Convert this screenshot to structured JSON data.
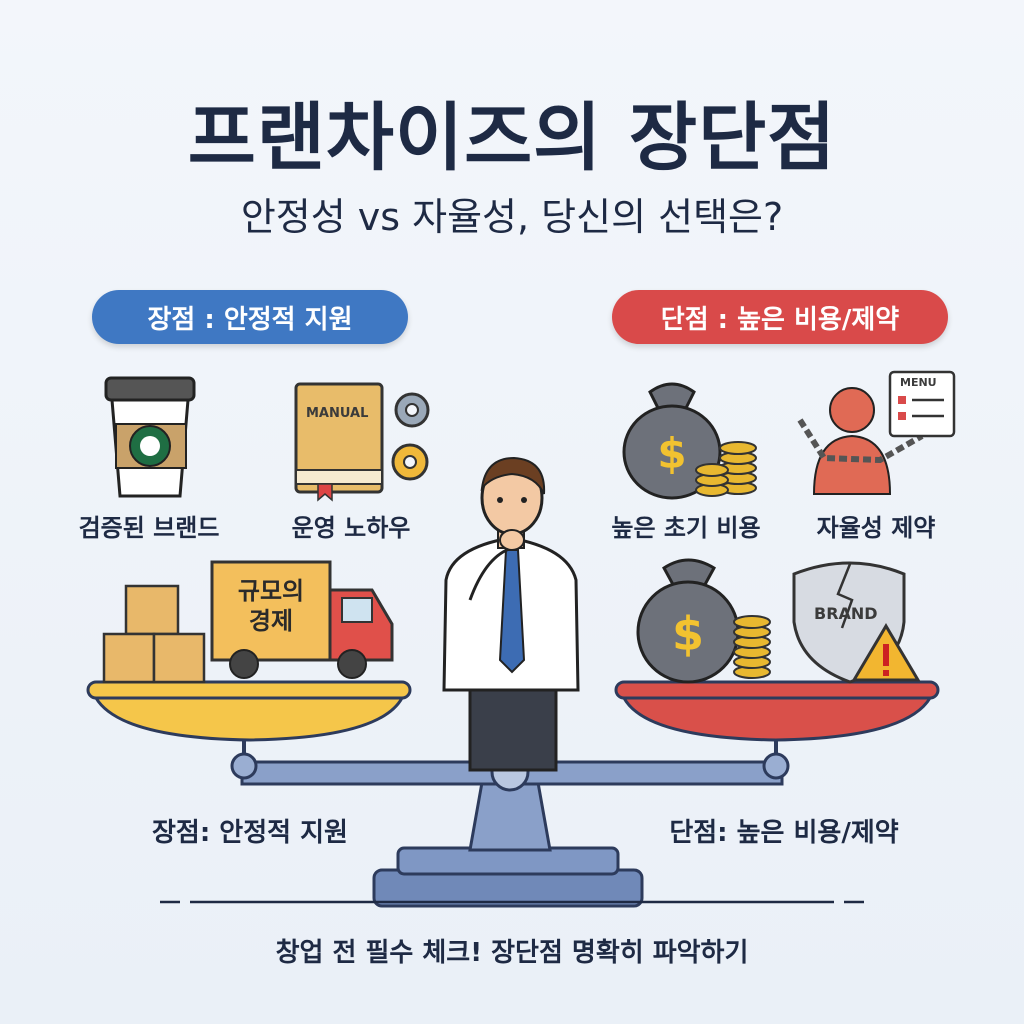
{
  "title": "프랜차이즈의 장단점",
  "subtitle": "안정성 vs 자율성, 당신의 선택은?",
  "pro_header": "장점 : 안정적 지원",
  "con_header": "단점 : 높은 비용/제약",
  "pro_items": [
    "검증된 브랜드",
    "운영 노하우"
  ],
  "con_items": [
    "높은 초기 비용",
    "자율성 제약"
  ],
  "truck_text": [
    "규모의",
    "경제"
  ],
  "manual_text": "MANUAL",
  "menu_text": "MENU",
  "shield_text": "BRAND",
  "scale_left_label": "장점: 안정적 지원",
  "scale_right_label": "단점: 높은 비용/제약",
  "footer": "창업 전 필수 체크! 장단점 명확히 파악하기",
  "colors": {
    "pro": "#3f78c3",
    "con": "#d94a4a",
    "title": "#1e2a44",
    "pan_left": "#f5c64a",
    "pan_right": "#d9504a"
  }
}
